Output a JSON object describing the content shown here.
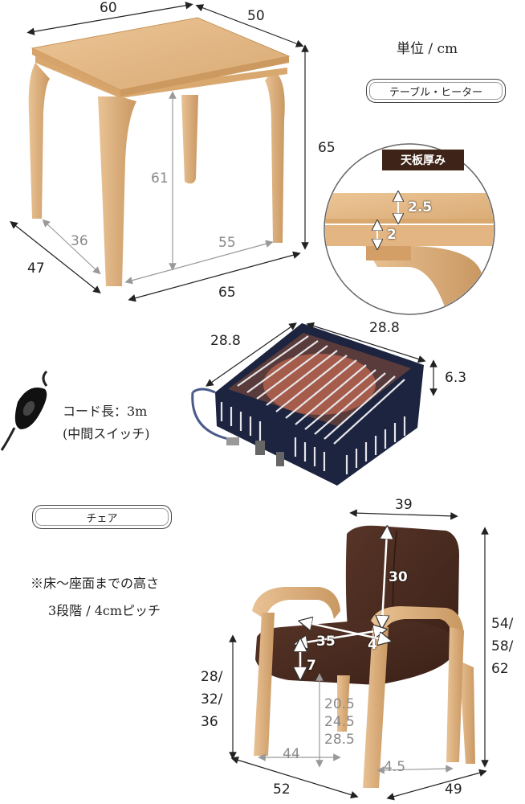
{
  "unit_label": "単位 / cm",
  "table_heater_label": "テーブル・ヒーター",
  "thickness_tag": "天板厚み",
  "table": {
    "top_width": "60",
    "top_depth": "50",
    "height": "65",
    "inner_height": "61",
    "inner_depth": "36",
    "inner_width": "55",
    "leg_depth": "47",
    "leg_width": "65"
  },
  "thickness": {
    "top": "2.5",
    "frame": "2"
  },
  "heater": {
    "width": "28.8",
    "depth": "28.8",
    "height": "6.3",
    "cord_text": "コード長：3m",
    "switch_text": "(中間スイッチ)"
  },
  "chair_label": "チェア",
  "chair_note_line1": "※床～座面までの高さ",
  "chair_note_line2": "3段階 / 4cmピッチ",
  "chair": {
    "back_width": "39",
    "back_height": "30",
    "total_height_1": "54/",
    "total_height_2": "58/",
    "total_height_3": "62",
    "seat_depth": "35",
    "seat_width": "4",
    "cushion": "7",
    "seat_height_1": "28/",
    "seat_height_2": "32/",
    "seat_height_3": "36",
    "arm_height_1": "20.5",
    "arm_height_2": "24.5",
    "arm_height_3": "28.5",
    "inner_width": "44",
    "leg_gap": "4.5",
    "width": "52",
    "depth": "49"
  },
  "colors": {
    "wood": "#e0b888",
    "wood_dark": "#c8955e",
    "fabric": "#4a2a1e",
    "heater": "#1c2440",
    "tag_bg": "#3e2418"
  }
}
